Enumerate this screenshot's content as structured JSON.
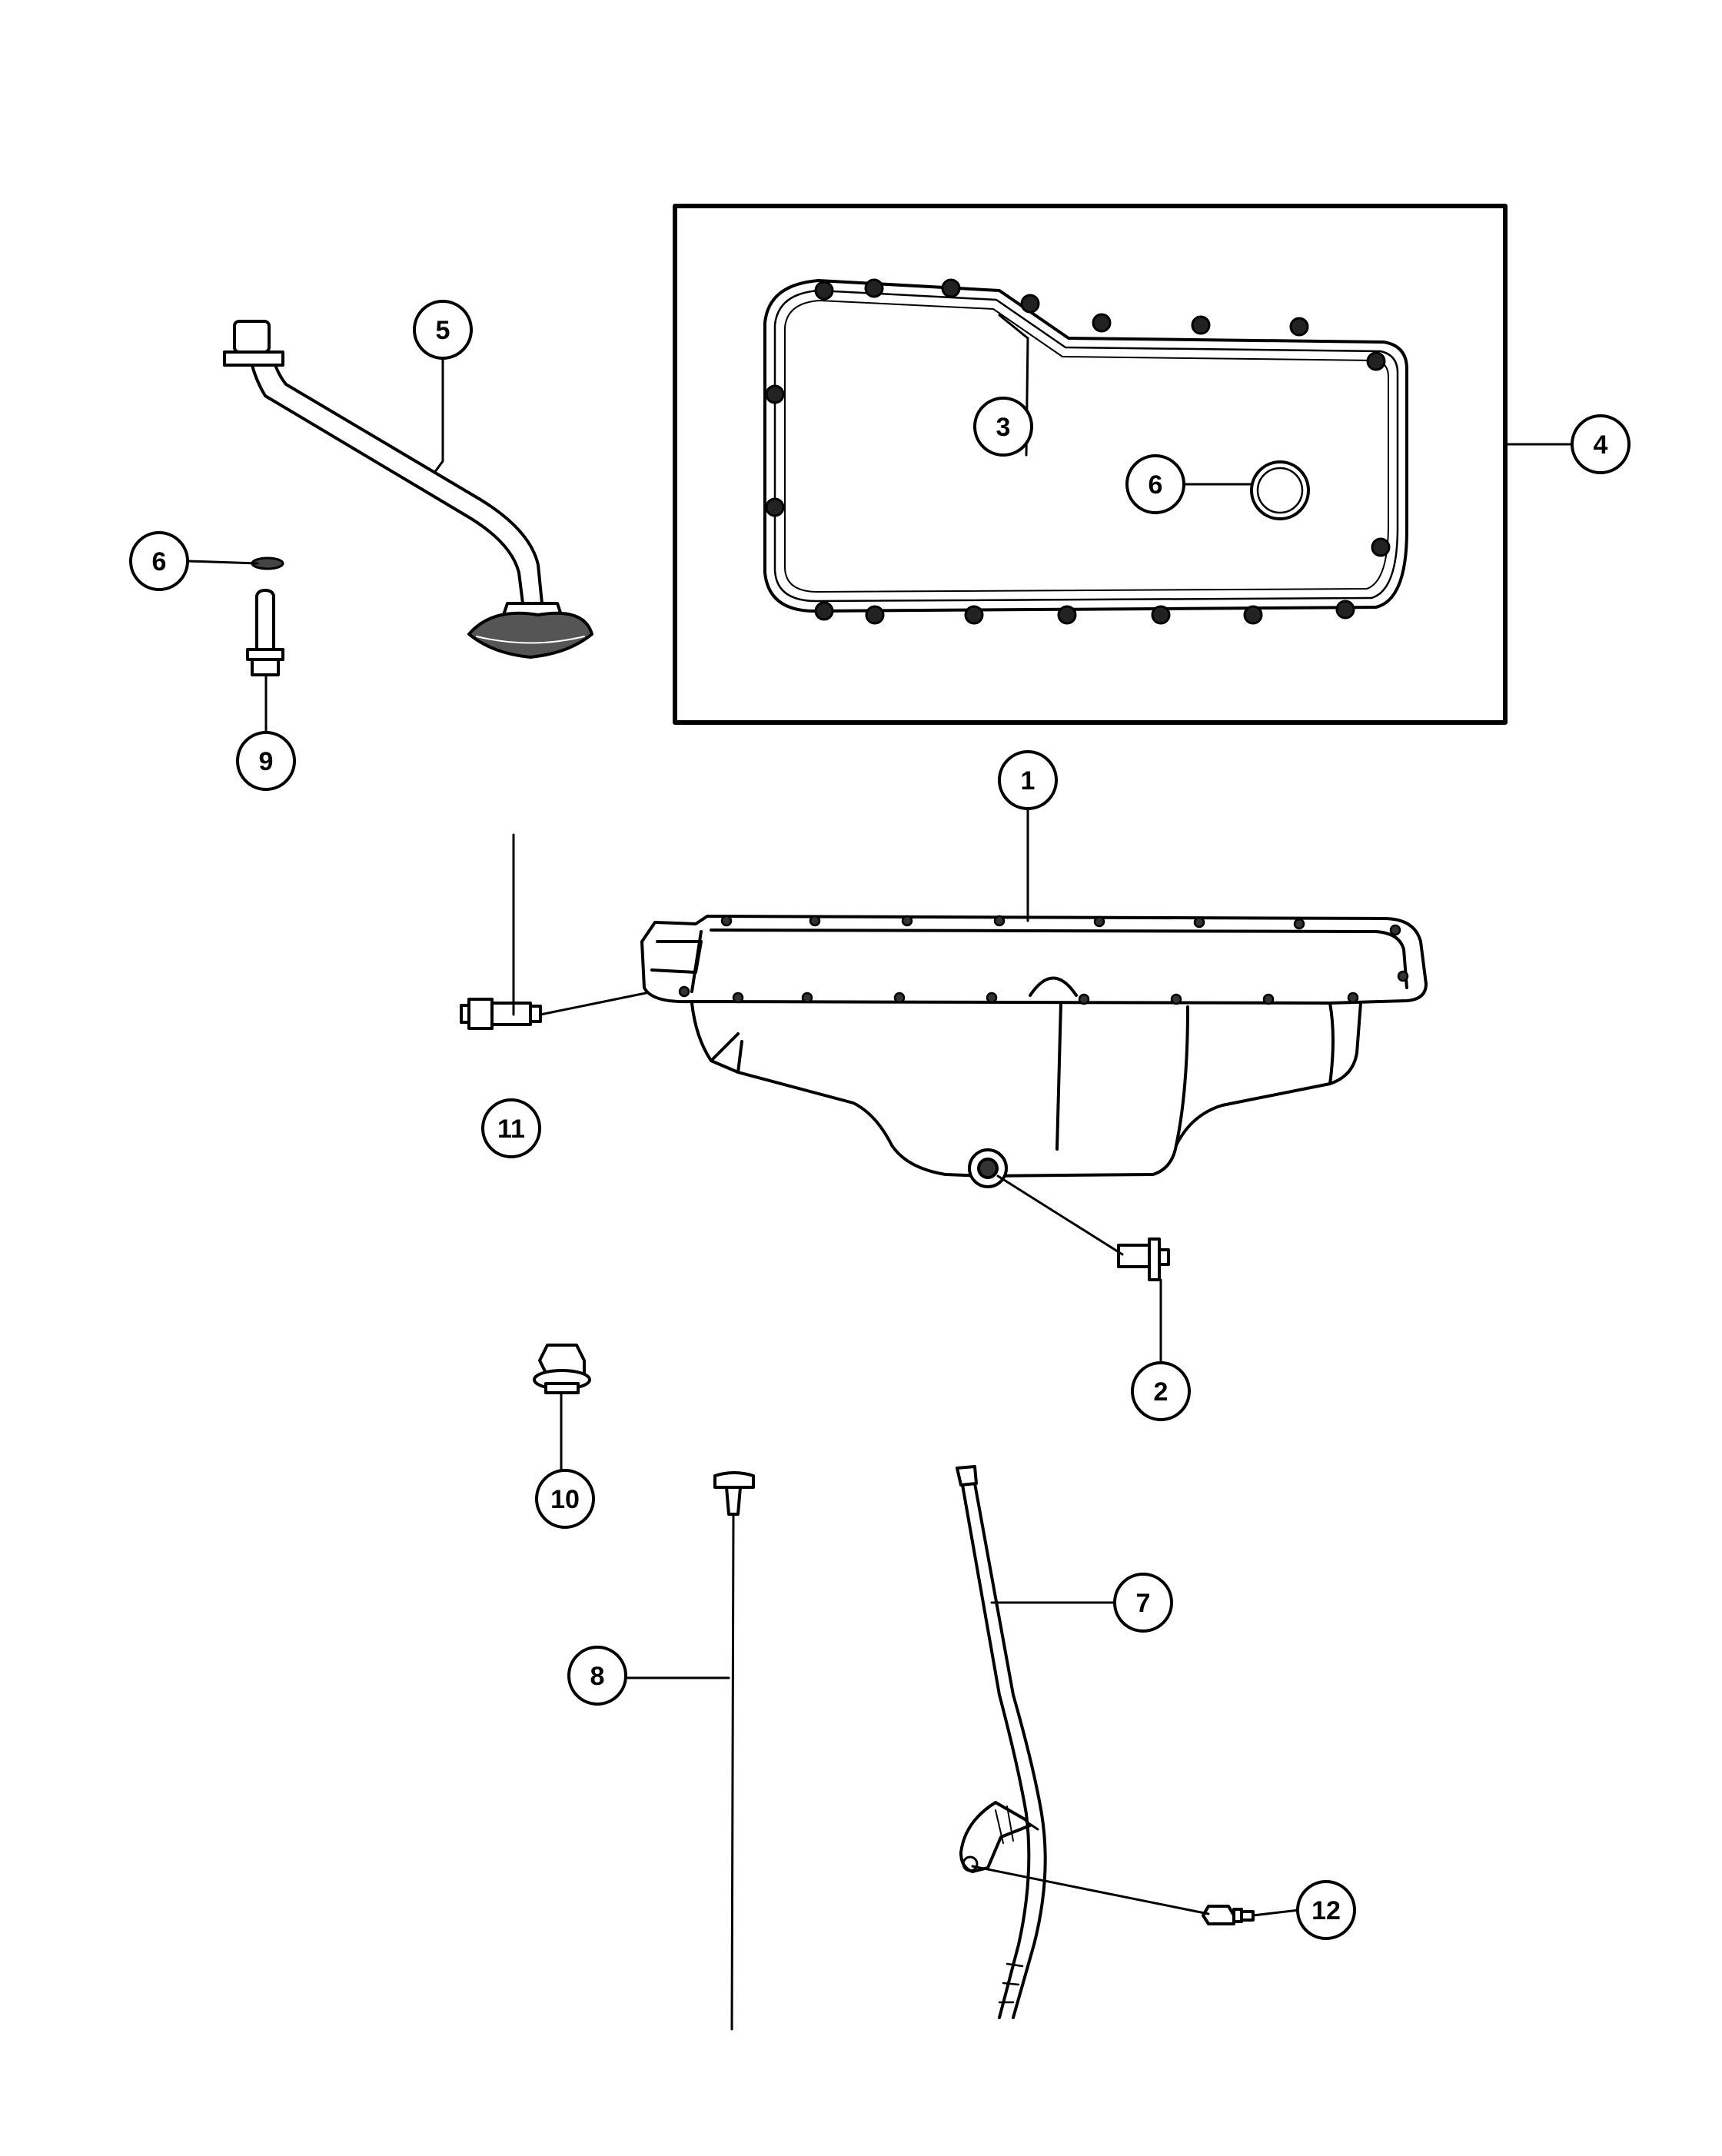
{
  "diagram": {
    "callouts": [
      {
        "id": "c1",
        "label": "1"
      },
      {
        "id": "c2",
        "label": "2"
      },
      {
        "id": "c3",
        "label": "3"
      },
      {
        "id": "c4",
        "label": "4"
      },
      {
        "id": "c5",
        "label": "5"
      },
      {
        "id": "c6a",
        "label": "6"
      },
      {
        "id": "c6b",
        "label": "6"
      },
      {
        "id": "c7",
        "label": "7"
      },
      {
        "id": "c8",
        "label": "8"
      },
      {
        "id": "c9",
        "label": "9"
      },
      {
        "id": "c10",
        "label": "10"
      },
      {
        "id": "c11",
        "label": "11"
      },
      {
        "id": "c12",
        "label": "12"
      }
    ],
    "colors": {
      "line": "#000000",
      "background": "#ffffff"
    }
  }
}
